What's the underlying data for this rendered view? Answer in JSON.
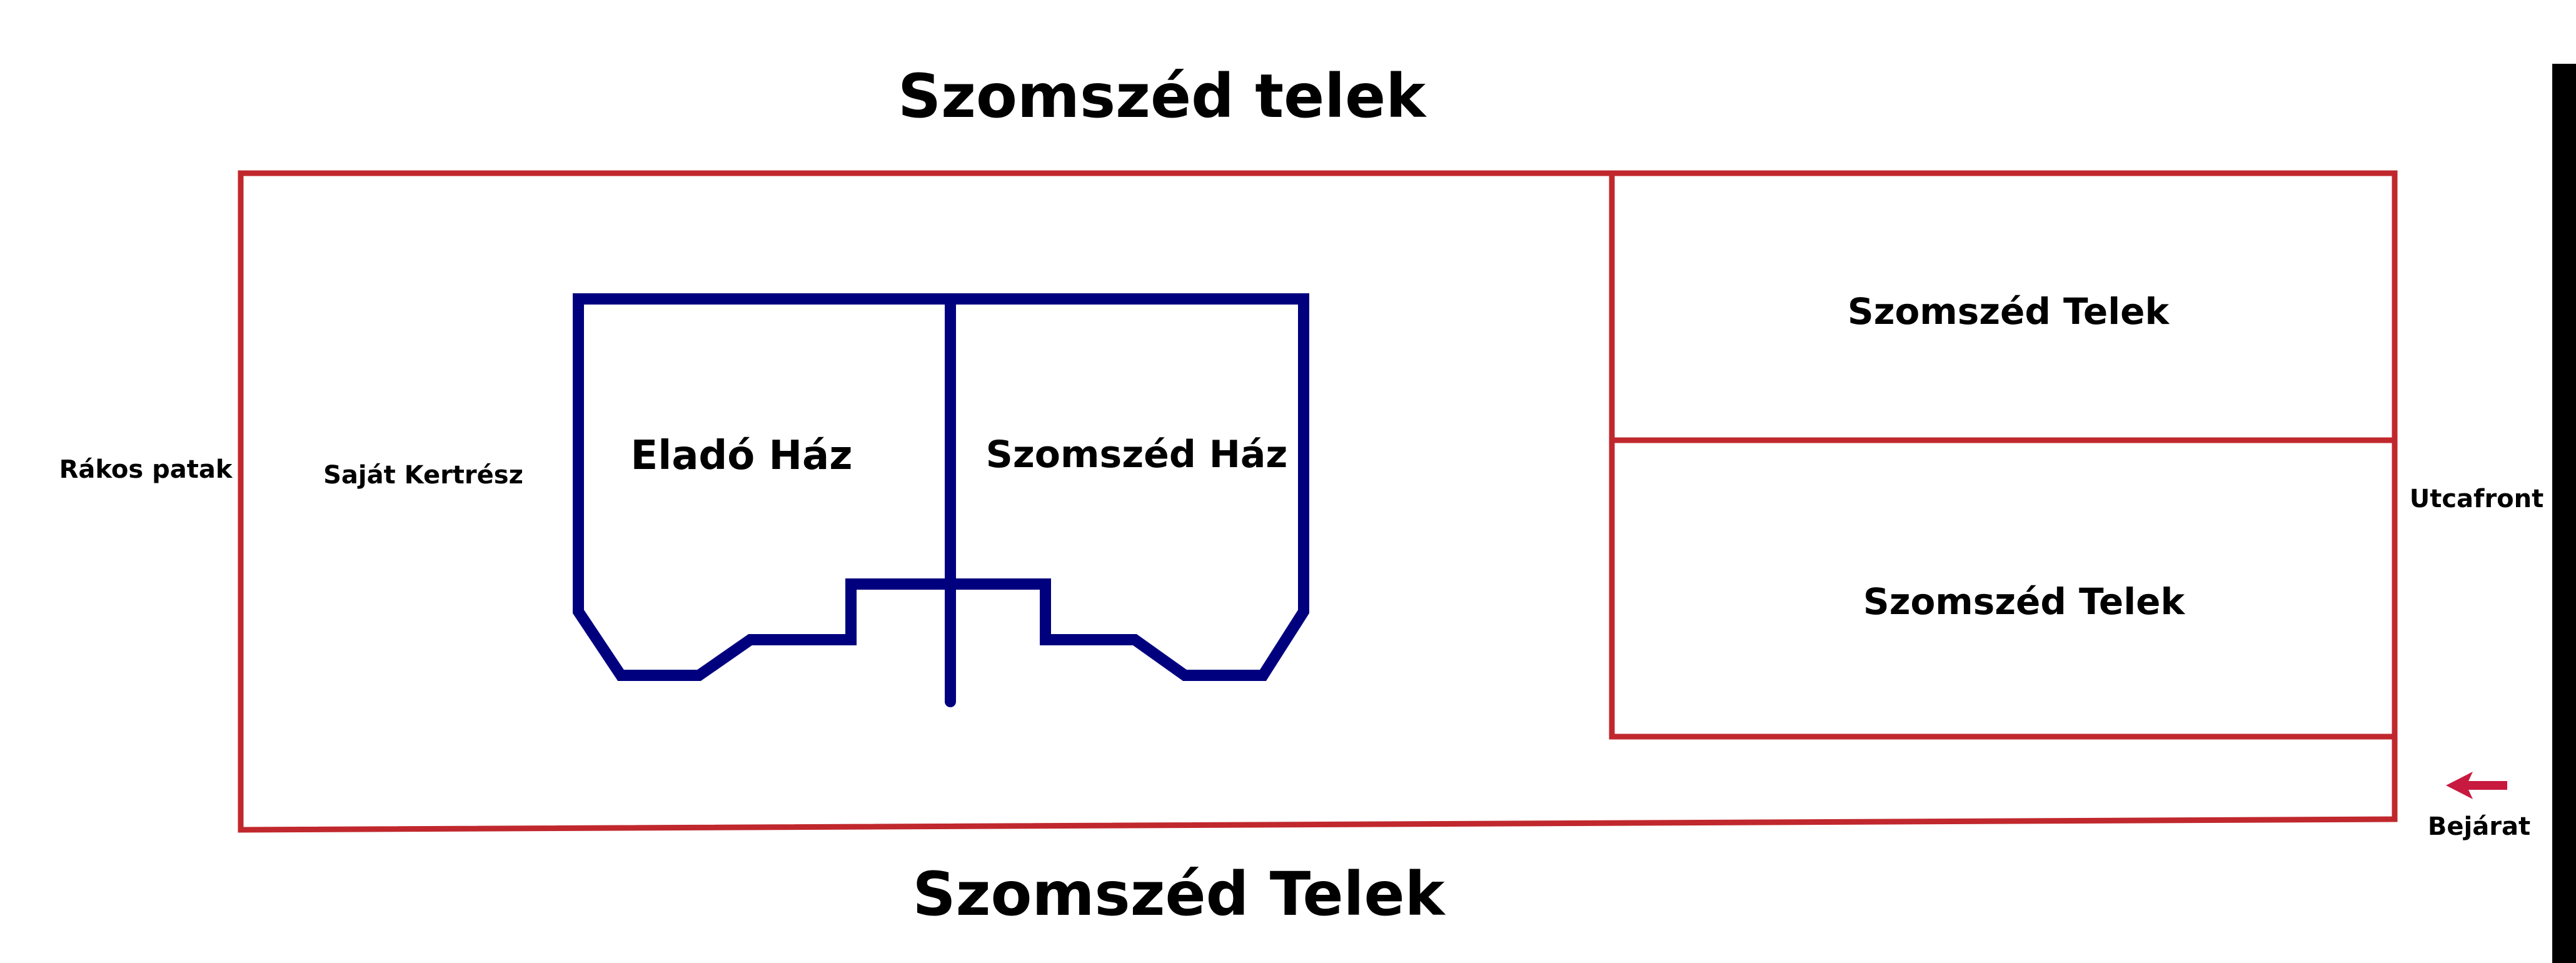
{
  "labels": {
    "top_neighbor": "Szomszéd telek",
    "bottom_neighbor": "Szomszéd Telek",
    "left_side": "Rákos patak",
    "garden": "Saját Kertrész",
    "house_for_sale": "Eladó Ház",
    "neighbor_house": "Szomszéd Ház",
    "neighbor_plot_upper": "Szomszéd Telek",
    "neighbor_plot_lower": "Szomszéd Telek",
    "street_front": "Utcafront",
    "entrance": "Bejárat"
  },
  "colors": {
    "plot_boundary": "#c0282d",
    "house_outline": "#00007f",
    "entrance_arrow": "#c8193f",
    "text": "#000000",
    "right_edge_bar": "#000000"
  },
  "icons": {
    "entrance_marker": "arrow-left-icon"
  }
}
